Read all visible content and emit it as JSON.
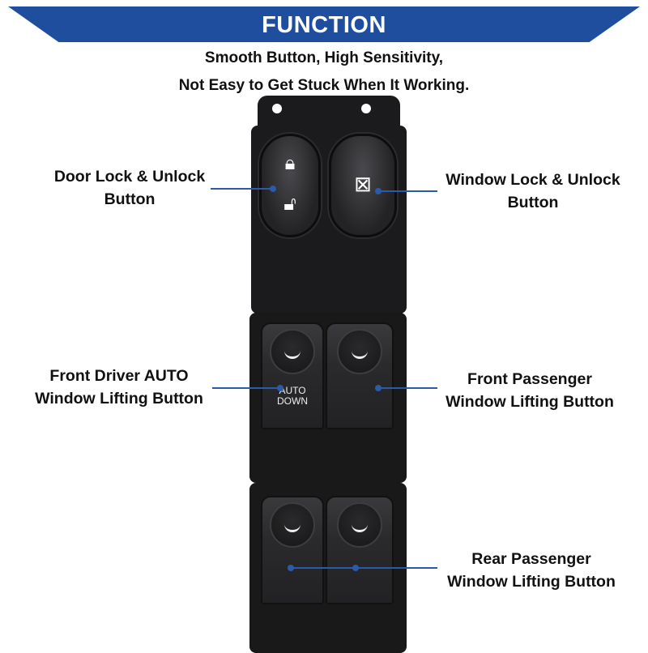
{
  "header": {
    "title": "FUNCTION",
    "subtitle_line1": "Smooth Button, High Sensitivity,",
    "subtitle_line2": "Not Easy to Get Stuck When It Working."
  },
  "callouts": {
    "door_lock": {
      "line1": "Door Lock & Unlock",
      "line2": "Button"
    },
    "window_lock": {
      "line1": "Window Lock & Unlock",
      "line2": "Button"
    },
    "front_driver": {
      "line1": "Front Driver AUTO",
      "line2": "Window Lifting Button"
    },
    "front_passenger": {
      "line1": "Front Passenger",
      "line2": "Window Lifting Button"
    },
    "rear_passenger": {
      "line1": "Rear Passenger",
      "line2": "Window Lifting Button"
    }
  },
  "switch": {
    "auto_label_1": "AUTO",
    "auto_label_2": "DOWN",
    "icons": {
      "lock": "lock-icon",
      "unlock": "unlock-icon",
      "window_lock": "window-lock-icon"
    }
  },
  "colors": {
    "accent": "#1f4e9e",
    "body": "#1b1b1d"
  }
}
